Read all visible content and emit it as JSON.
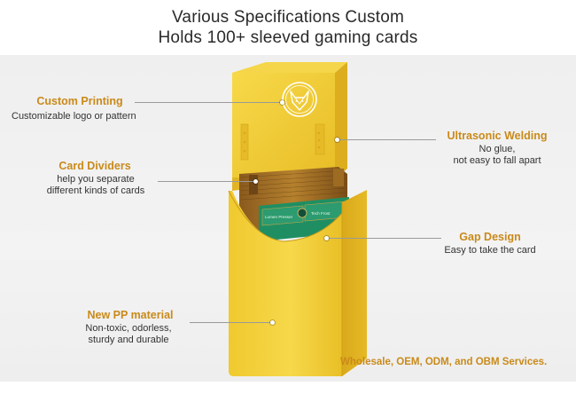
{
  "header": {
    "line1": "Various Specifications Custom",
    "line2": "Holds 100+ sleeved gaming cards"
  },
  "callouts": {
    "custom_printing": {
      "title": "Custom Printing",
      "desc": [
        "Customizable logo or pattern"
      ]
    },
    "card_dividers": {
      "title": "Card Dividers",
      "desc": [
        "help you separate",
        "different kinds of cards"
      ]
    },
    "new_pp": {
      "title": "New PP material",
      "desc": [
        "Non-toxic, odorless,",
        "sturdy and durable"
      ]
    },
    "ultrasonic": {
      "title": "Ultrasonic Welding",
      "desc": [
        "No glue,",
        "not easy to fall apart"
      ]
    },
    "gap_design": {
      "title": "Gap Design",
      "desc": [
        "Easy to take the card"
      ]
    }
  },
  "card_labels": {
    "left": "Lumen Presser",
    "right": "Tech Frost"
  },
  "services": "Wholesale, OEM, ODM, and OBM Services.",
  "colors": {
    "accent": "#c98a1a",
    "box_yellow": "#f2cf3a",
    "box_shadow": "#d9ad1c",
    "card_green": "#1f8f63"
  },
  "icons": {
    "logo": "fox-head-logo"
  }
}
